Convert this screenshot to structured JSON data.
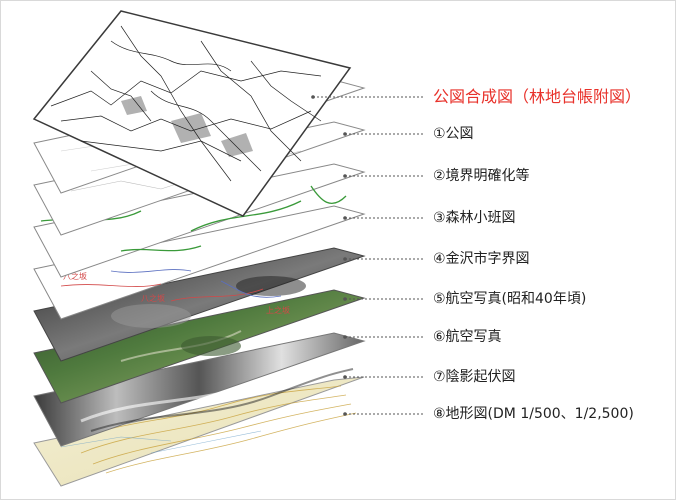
{
  "diagram": {
    "layers": [
      {
        "id": "composite",
        "label": "公図合成図（林地台帳附図）",
        "highlight": true
      },
      {
        "id": "cadastral",
        "label": "①公図"
      },
      {
        "id": "boundary",
        "label": "②境界明確化等"
      },
      {
        "id": "forest-subcompartment",
        "label": "③森林小班図"
      },
      {
        "id": "kanazawa-district",
        "label": "④金沢市字界図"
      },
      {
        "id": "aerial-1965",
        "label": "⑤航空写真(昭和40年頃)"
      },
      {
        "id": "aerial",
        "label": "⑥航空写真"
      },
      {
        "id": "hillshade",
        "label": "⑦陰影起伏図"
      },
      {
        "id": "topographic",
        "label": "⑧地形図(DM 1/500、1/2,500)"
      }
    ],
    "sheet_marks": [
      "八之坂",
      "八之坂",
      "上之坂"
    ],
    "colors": {
      "highlight": "#e8322b",
      "text": "#222222",
      "leader": "#555555",
      "forest_line": "#3a9a3a",
      "boundary_line": "#d24848"
    }
  }
}
